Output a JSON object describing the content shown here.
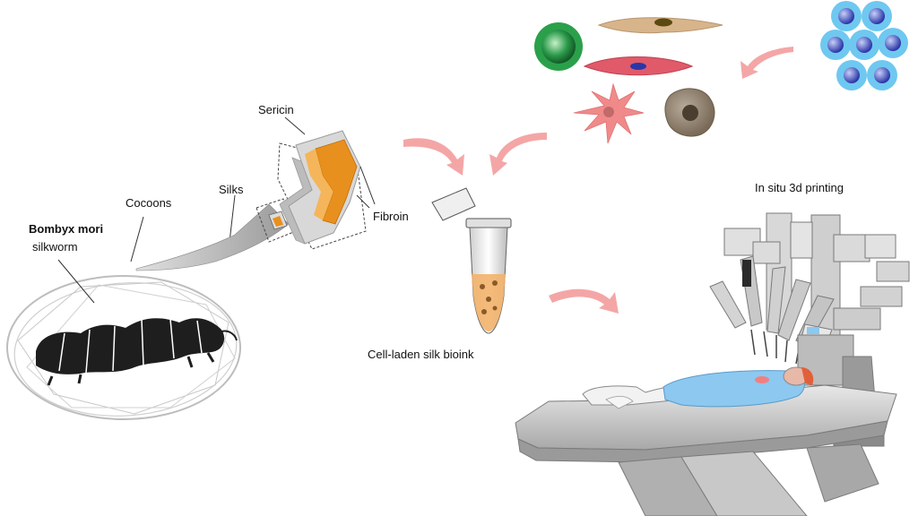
{
  "labels": {
    "bombyx": "Bombyx mori",
    "silkworm": "silkworm",
    "cocoons": "Cocoons",
    "silks": "Silks",
    "sericin": "Sericin",
    "fibroin": "Fibroin",
    "bioink": "Cell-laden silk bioink",
    "printing": "In situ 3d printing"
  },
  "icons": [
    "silkworm-icon",
    "cocoon-icon",
    "silk-fiber-icon",
    "silk-structure-icon",
    "microtube-icon",
    "stem-cell-icon",
    "fibroblast-icon",
    "endothelial-cell-icon",
    "neuron-cell-icon",
    "macrophage-cell-icon",
    "cell-cluster-icon",
    "surgical-robot-icon",
    "patient-icon",
    "operating-table-icon",
    "flow-arrow-icon"
  ],
  "colors": {
    "arrow": "#f4a6a6",
    "fibroin": "#e8901e",
    "sericin": "#dcdcdc",
    "bioink": "#f3b36a",
    "stem_cell": "#2aa04a",
    "fibroblast": "#d8b48a",
    "endothelial": "#e05a6a",
    "neuron": "#f08a8a",
    "macrophage": "#8a7a6a",
    "cluster_outer": "#6fc8f0",
    "cluster_nucleus": "#4a5ad0",
    "patient_cover": "#8cc8f0"
  }
}
